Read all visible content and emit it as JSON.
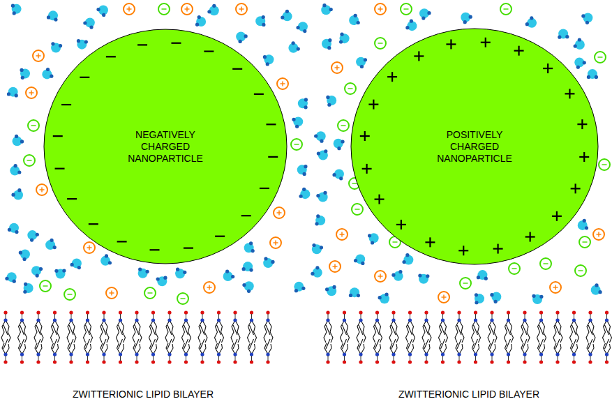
{
  "diagram": {
    "nodes": [
      {
        "text": [
          "NEGATIVELY CHARGED NANOPARTICLE"
        ]
      },
      {
        "text": [
          "POSITIVELY CHARGED NANOPARTICLE"
        ]
      }
    ],
    "labels": [
      "ZWITTERIONIC LIPID BILAYER",
      "ZWITTERIONIC LIPID BILAYER"
    ]
  }
}
